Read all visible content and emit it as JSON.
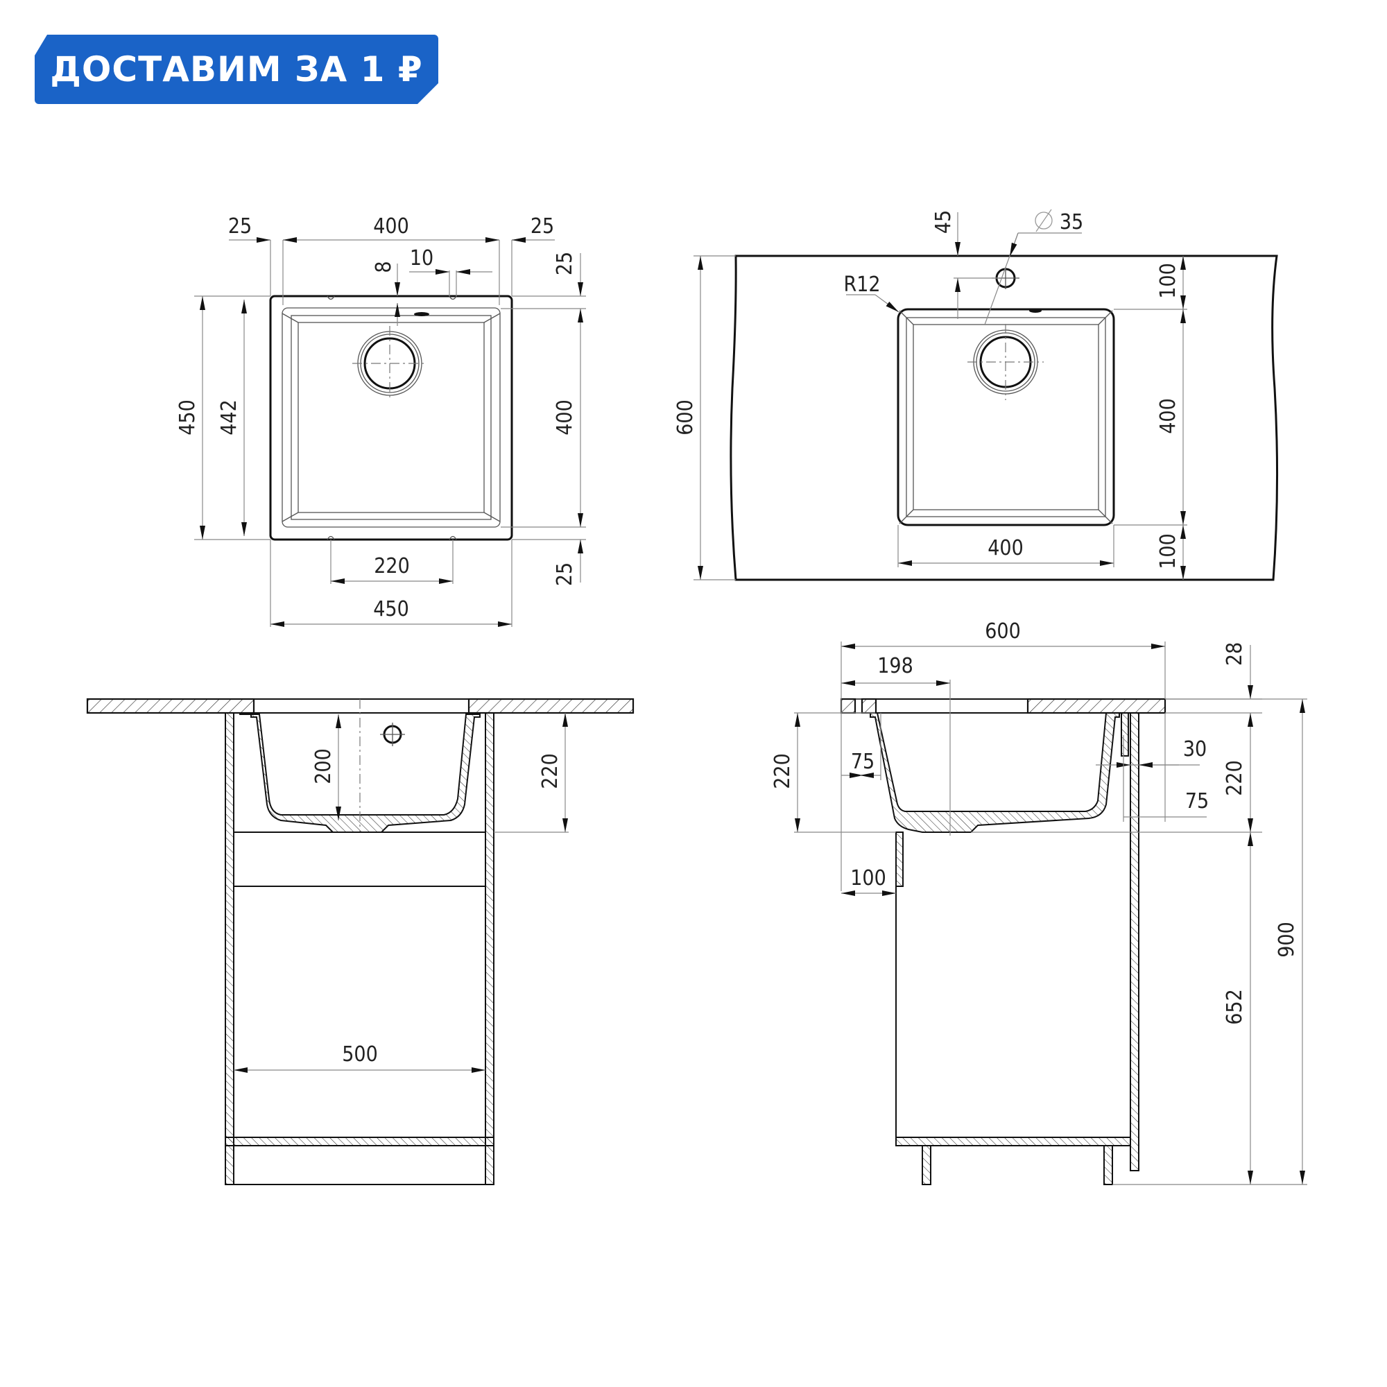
{
  "badge": {
    "text": "ДОСТАВИМ ЗА 1 ₽",
    "color": "#1a63c7",
    "text_color": "#ffffff"
  },
  "views": {
    "sink_top": {
      "dims": {
        "left_rim": "25",
        "bowl_width": "400",
        "right_rim": "25",
        "overflow_offset": "8",
        "notch_width": "10",
        "top_rim": "25",
        "bowl_height": "400",
        "bottom_rim": "25",
        "outer_height": "450",
        "inner_height": "442",
        "notch_spacing": "220",
        "outer_width": "450"
      }
    },
    "countertop_top": {
      "dims": {
        "tap_offset": "45",
        "tap_hole": "35",
        "corner_radius": "R12",
        "depth": "600",
        "front_margin": "100",
        "bowl_depth": "400",
        "back_margin": "100",
        "bowl_width": "400"
      }
    },
    "front_section": {
      "dims": {
        "bowl_depth": "200",
        "overall_depth": "220",
        "cabinet_inner_width": "500"
      }
    },
    "side_section": {
      "dims": {
        "countertop_depth": "600",
        "drain_offset": "198",
        "countertop_thickness": "28",
        "sink_depth": "220",
        "front_offset": "75",
        "back_gap": "30",
        "back_offset": "75",
        "door_offset": "100",
        "right_sink_depth": "220",
        "cabinet_height": "652",
        "total_height": "900"
      }
    }
  }
}
